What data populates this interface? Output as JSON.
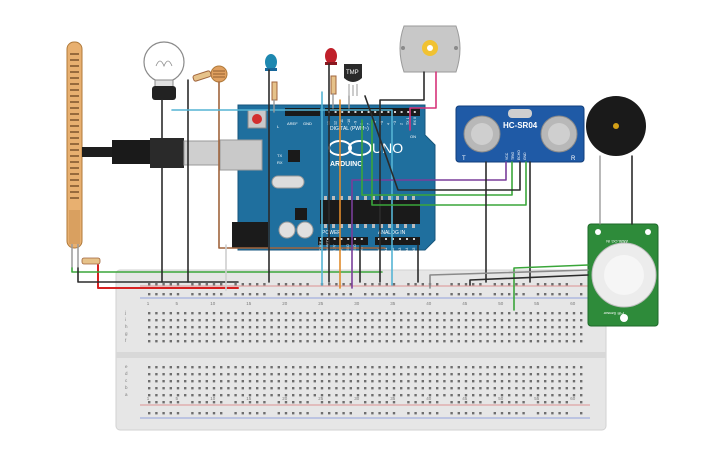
{
  "arduino": {
    "brand": "ARDUINO",
    "model": "UNO",
    "header_digital": "DIGITAL (PWM~)",
    "header_power": "POWER",
    "header_analog": "ANALOG IN",
    "pin_tx": "TX",
    "pin_rx": "RX",
    "pin_l": "L",
    "pin_on": "ON",
    "pin_aref": "AREF",
    "pin_gnd": "GND",
    "pins_digital": [
      "13",
      "12",
      "~11",
      "~10",
      "~9",
      "8",
      "7",
      "~6",
      "~5",
      "4",
      "~3",
      "2",
      "TX 1",
      "RX 0"
    ],
    "pins_power": [
      "IOREF",
      "RESET",
      "3.3V",
      "5V",
      "GND",
      "GND",
      "Vin"
    ],
    "pins_analog": [
      "A0",
      "A1",
      "A2",
      "A3",
      "A4",
      "A5"
    ]
  },
  "ultrasonic": {
    "model": "HC-SR04",
    "pin_t": "T",
    "pin_r": "R",
    "pins": [
      "VCC",
      "TRIG",
      "ECHO",
      "GND"
    ]
  },
  "thermistor": {
    "label": "TMP"
  },
  "pir": {
    "label_top": "ANALOG IN",
    "label_bottom": "PIR Sensor"
  },
  "breadboard": {
    "col_numbers": [
      "1",
      "5",
      "10",
      "15",
      "20",
      "25",
      "30",
      "35",
      "40",
      "45",
      "50",
      "55",
      "60"
    ],
    "row_letters_top": [
      "j",
      "i",
      "h",
      "g",
      "f"
    ],
    "row_letters_bottom": [
      "e",
      "d",
      "c",
      "b",
      "a"
    ]
  },
  "colors": {
    "arduino_board": "#1f6f9e",
    "breadboard": "#e6e6e6",
    "wire_red": "#d62020",
    "wire_black": "#2b2b2b",
    "wire_green": "#3aa63a",
    "wire_cyan": "#55b4d4",
    "wire_purple": "#7a3d9a",
    "wire_orange": "#e08a2b",
    "wire_brown": "#a0643c",
    "wire_pink": "#d6337a",
    "wire_gray": "#8a8a8a",
    "pir_board": "#2e8b3a",
    "ultrasonic_board": "#1f5aa6"
  }
}
